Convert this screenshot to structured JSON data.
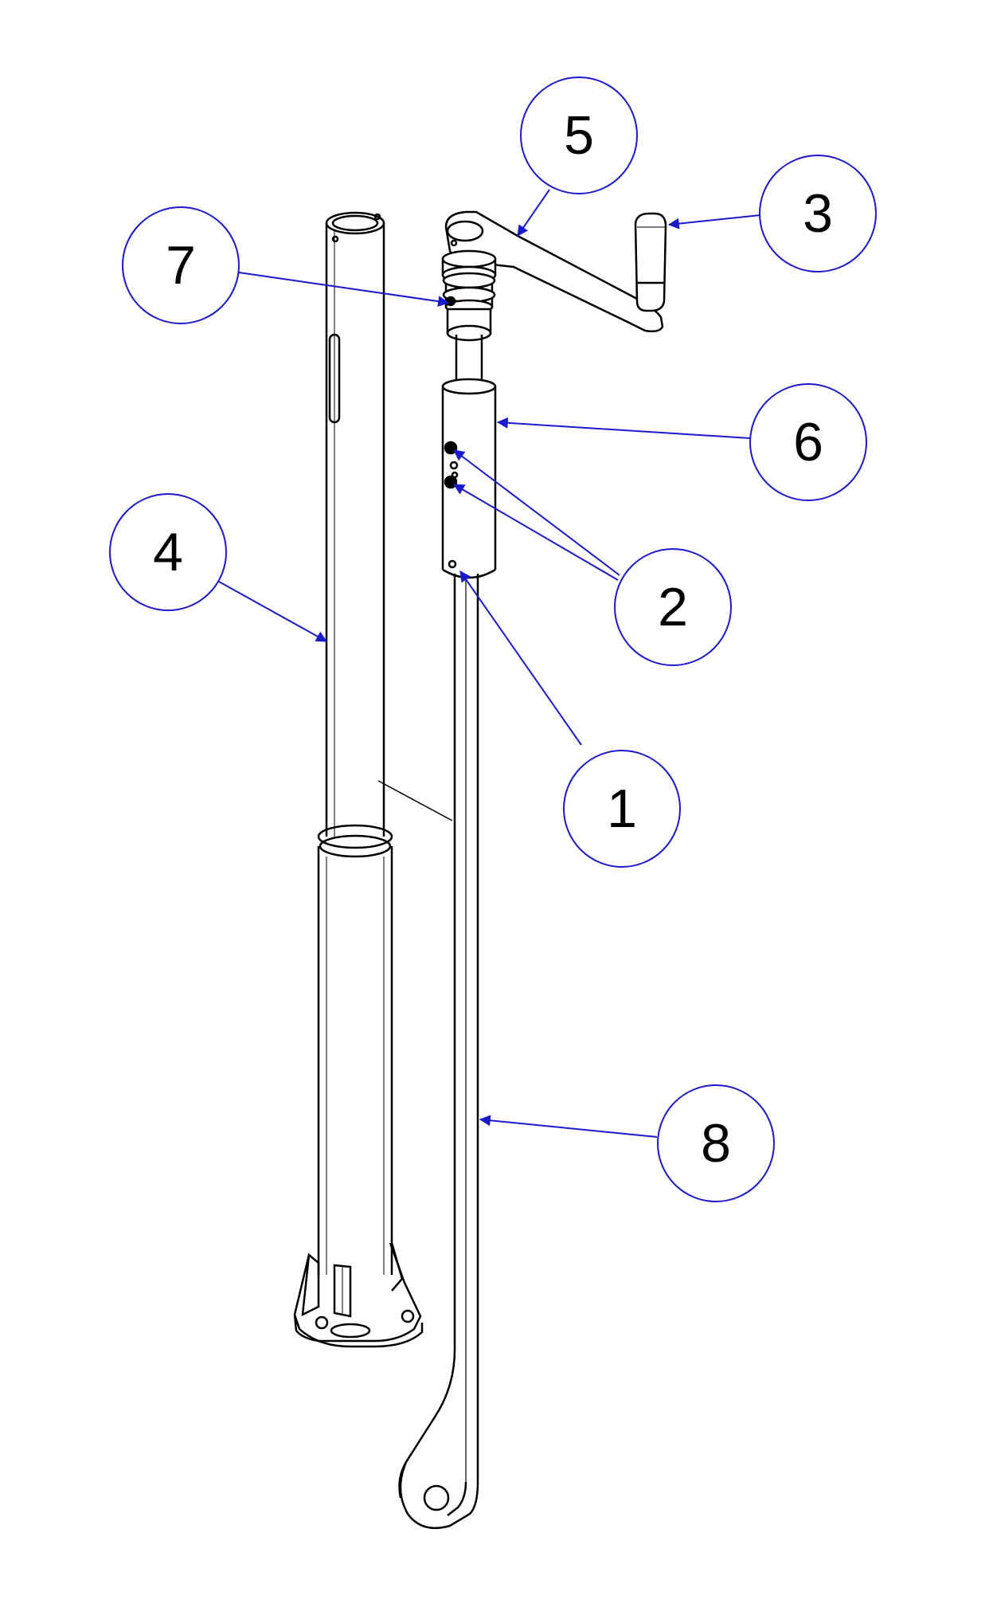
{
  "colors": {
    "balloon_stroke": "#1a1acc",
    "leader": "#1a1acc",
    "part_outline": "#000000",
    "background": "#ffffff"
  },
  "balloons": [
    {
      "id": "1",
      "label": "1"
    },
    {
      "id": "2",
      "label": "2"
    },
    {
      "id": "3",
      "label": "3"
    },
    {
      "id": "4",
      "label": "4"
    },
    {
      "id": "5",
      "label": "5"
    },
    {
      "id": "6",
      "label": "6"
    },
    {
      "id": "7",
      "label": "7"
    },
    {
      "id": "8",
      "label": "8"
    }
  ]
}
